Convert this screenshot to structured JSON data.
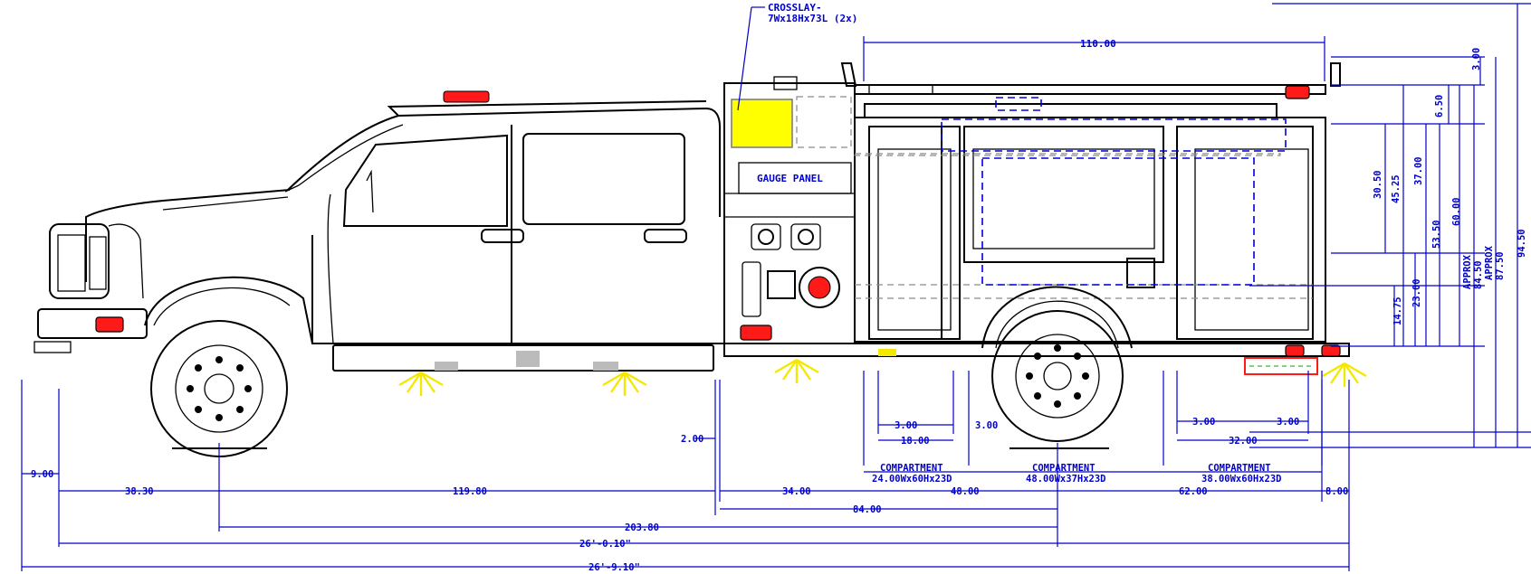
{
  "labels": {
    "crosslay_title": "CROSSLAY-",
    "crosslay_spec": "7Wx18Hx73L (2x)",
    "gauge_panel": "GAUGE PANEL"
  },
  "dimensions": {
    "overall_body": "110.00",
    "top_height": "3.00",
    "d_6_50": "6.50",
    "d_37_00": "37.00",
    "d_45_25": "45.25",
    "d_30_50": "30.50",
    "d_53_50": "53.50",
    "d_60_00": "60.00",
    "d_23_00": "23.00",
    "d_14_75": "14.75",
    "approx_label": "APPROX",
    "approx_84_50": "84.50",
    "approx_87_50": "87.50",
    "d_94_50": "94.50",
    "d_9_00": "9.00",
    "d_38_30": "38.30",
    "d_119_80": "119.80",
    "d_2_00": "2.00",
    "d_34_00": "34.00",
    "d_84_00": "84.00",
    "d_48_00": "48.00",
    "d_62_00": "62.00",
    "d_8_00": "8.00",
    "d_203_80": "203.80",
    "d_26_0_10": "26'-0.10\"",
    "d_26_9_10": "26'-9.10\"",
    "c1_left": "3.00",
    "c1_width": "18.00",
    "c2_left": "3.00",
    "c3_left": "3.00",
    "c3_right": "3.00",
    "c3_width": "32.00"
  },
  "compartments": [
    {
      "title": "COMPARTMENT",
      "size": "24.00Wx60Hx23D"
    },
    {
      "title": "COMPARTMENT",
      "size": "48.00Wx37Hx23D"
    },
    {
      "title": "COMPARTMENT",
      "size": "38.00Wx60Hx23D"
    }
  ],
  "colors": {
    "dimension": "#0000cc",
    "outline": "#000000",
    "warning_light": "#ff1a1a",
    "crosslay_fill": "#ffff00",
    "scene_light": "#f5e800"
  }
}
